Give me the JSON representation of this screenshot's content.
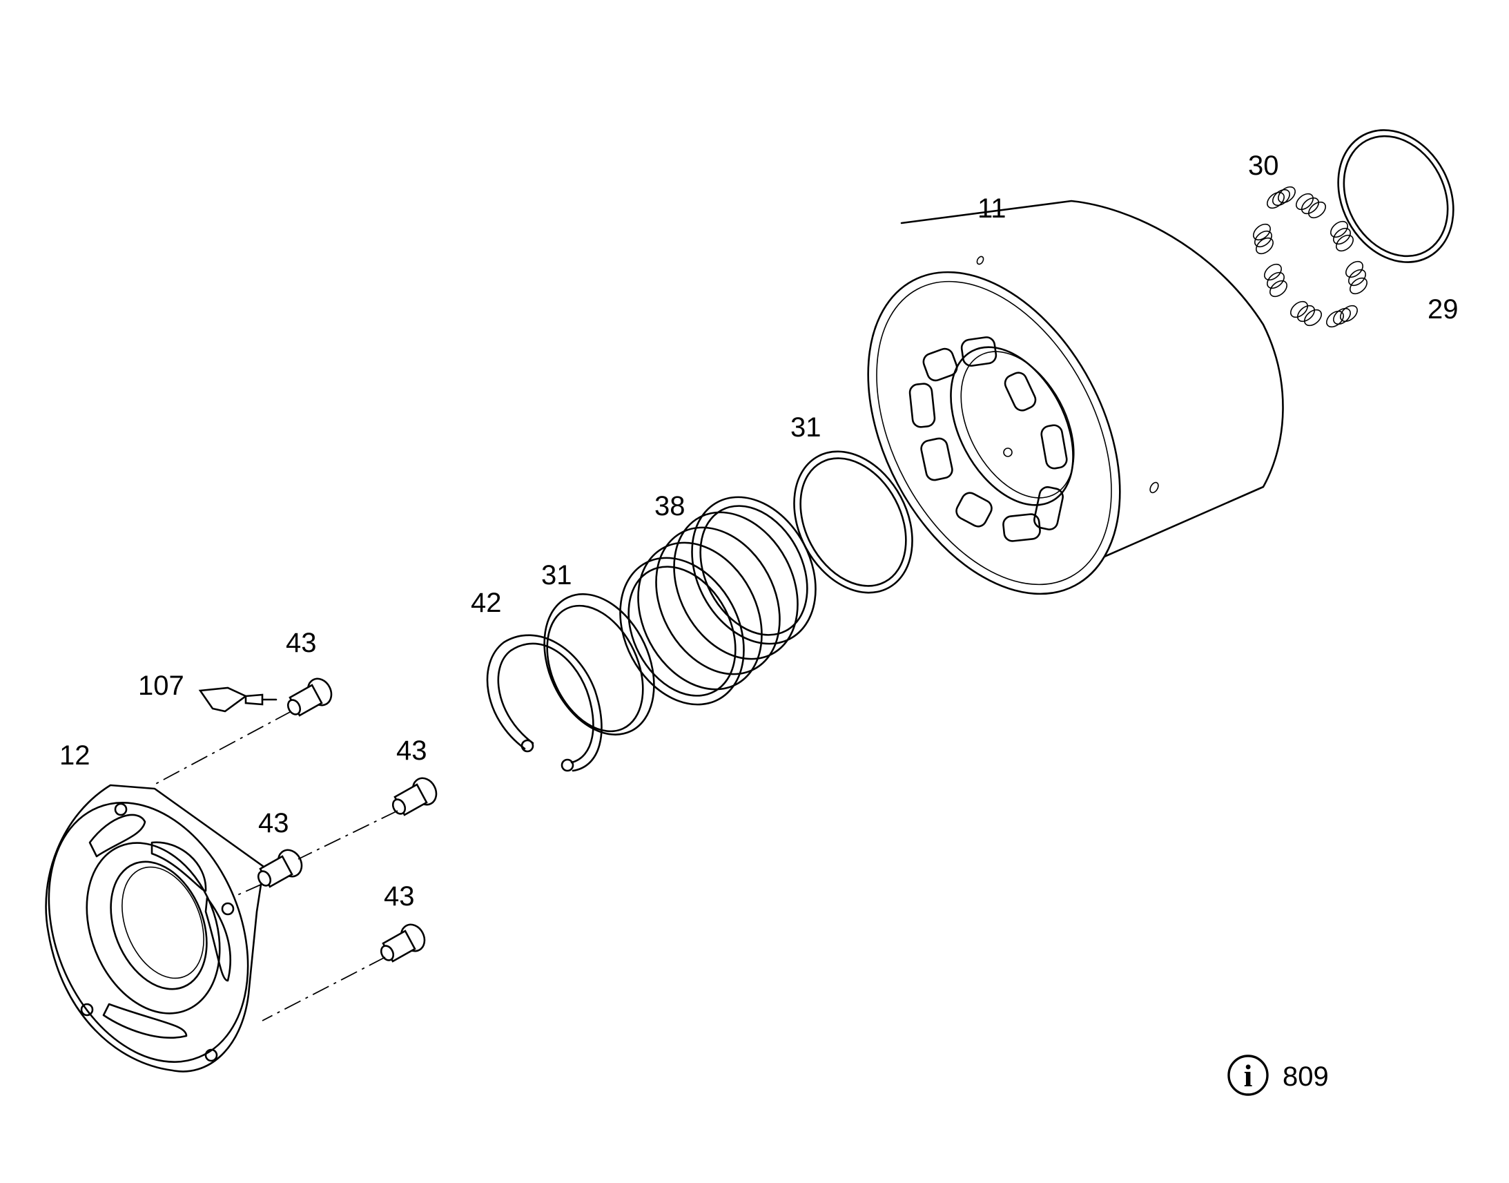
{
  "callouts": {
    "p11": "11",
    "p12": "12",
    "p29": "29",
    "p30": "30",
    "p31a": "31",
    "p31b": "31",
    "p38": "38",
    "p42": "42",
    "p43a": "43",
    "p43b": "43",
    "p43c": "43",
    "p43d": "43",
    "p107": "107"
  },
  "info": {
    "icon": "info-icon",
    "glyph": "i",
    "ref": "809"
  }
}
